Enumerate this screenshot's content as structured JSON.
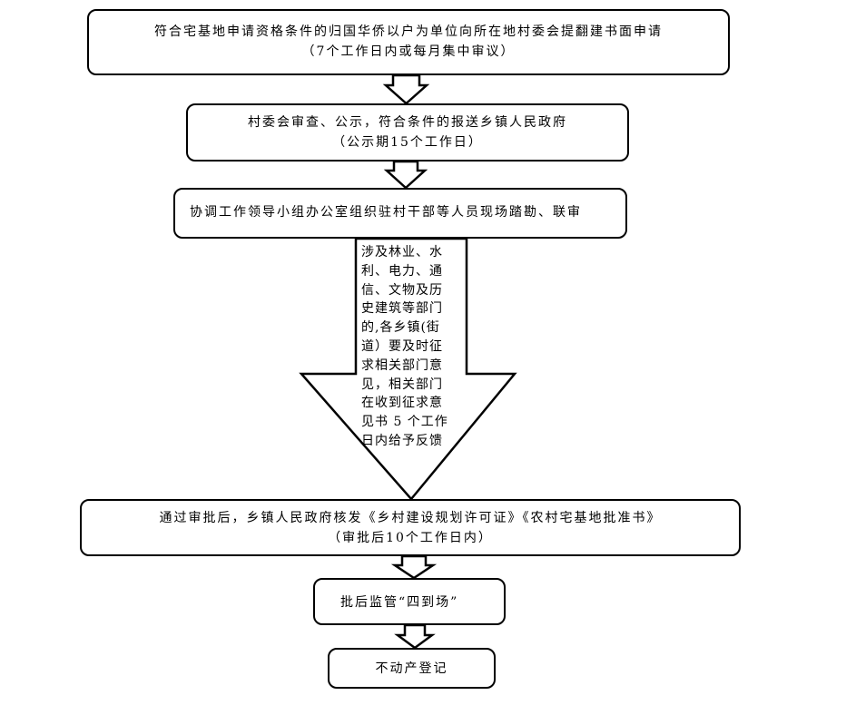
{
  "flowchart": {
    "step1": {
      "line1": "符合宅基地申请资格条件的归国华侨以户为单位向所在地村委会提翻建书面申请",
      "line2": "（7个工作日内或每月集中审议）"
    },
    "step2": {
      "line1": "村委会审查、公示，符合条件的报送乡镇人民政府",
      "line2": "（公示期15个工作日）"
    },
    "step3": {
      "line1": "协调工作领导小组办公室组织驻村干部等人员现场踏勘、联审"
    },
    "big_arrow": {
      "lines": [
        "涉及林业、水",
        "利、电力、通",
        "信、文物及历",
        "史建筑等部门",
        "的,各乡镇(街",
        "道）要及时征",
        "求相关部门意",
        "见，相关部门",
        "在收到征求意",
        "见书 5 个工作",
        "日内给予反馈"
      ]
    },
    "step4": {
      "line1": "通过审批后，乡镇人民政府核发《乡村建设规划许可证》《农村宅基地批准书》",
      "line2": "（审批后10个工作日内）"
    },
    "step5": {
      "line1": "批后监管“四到场”"
    },
    "step6": {
      "line1": "不动产登记"
    }
  }
}
